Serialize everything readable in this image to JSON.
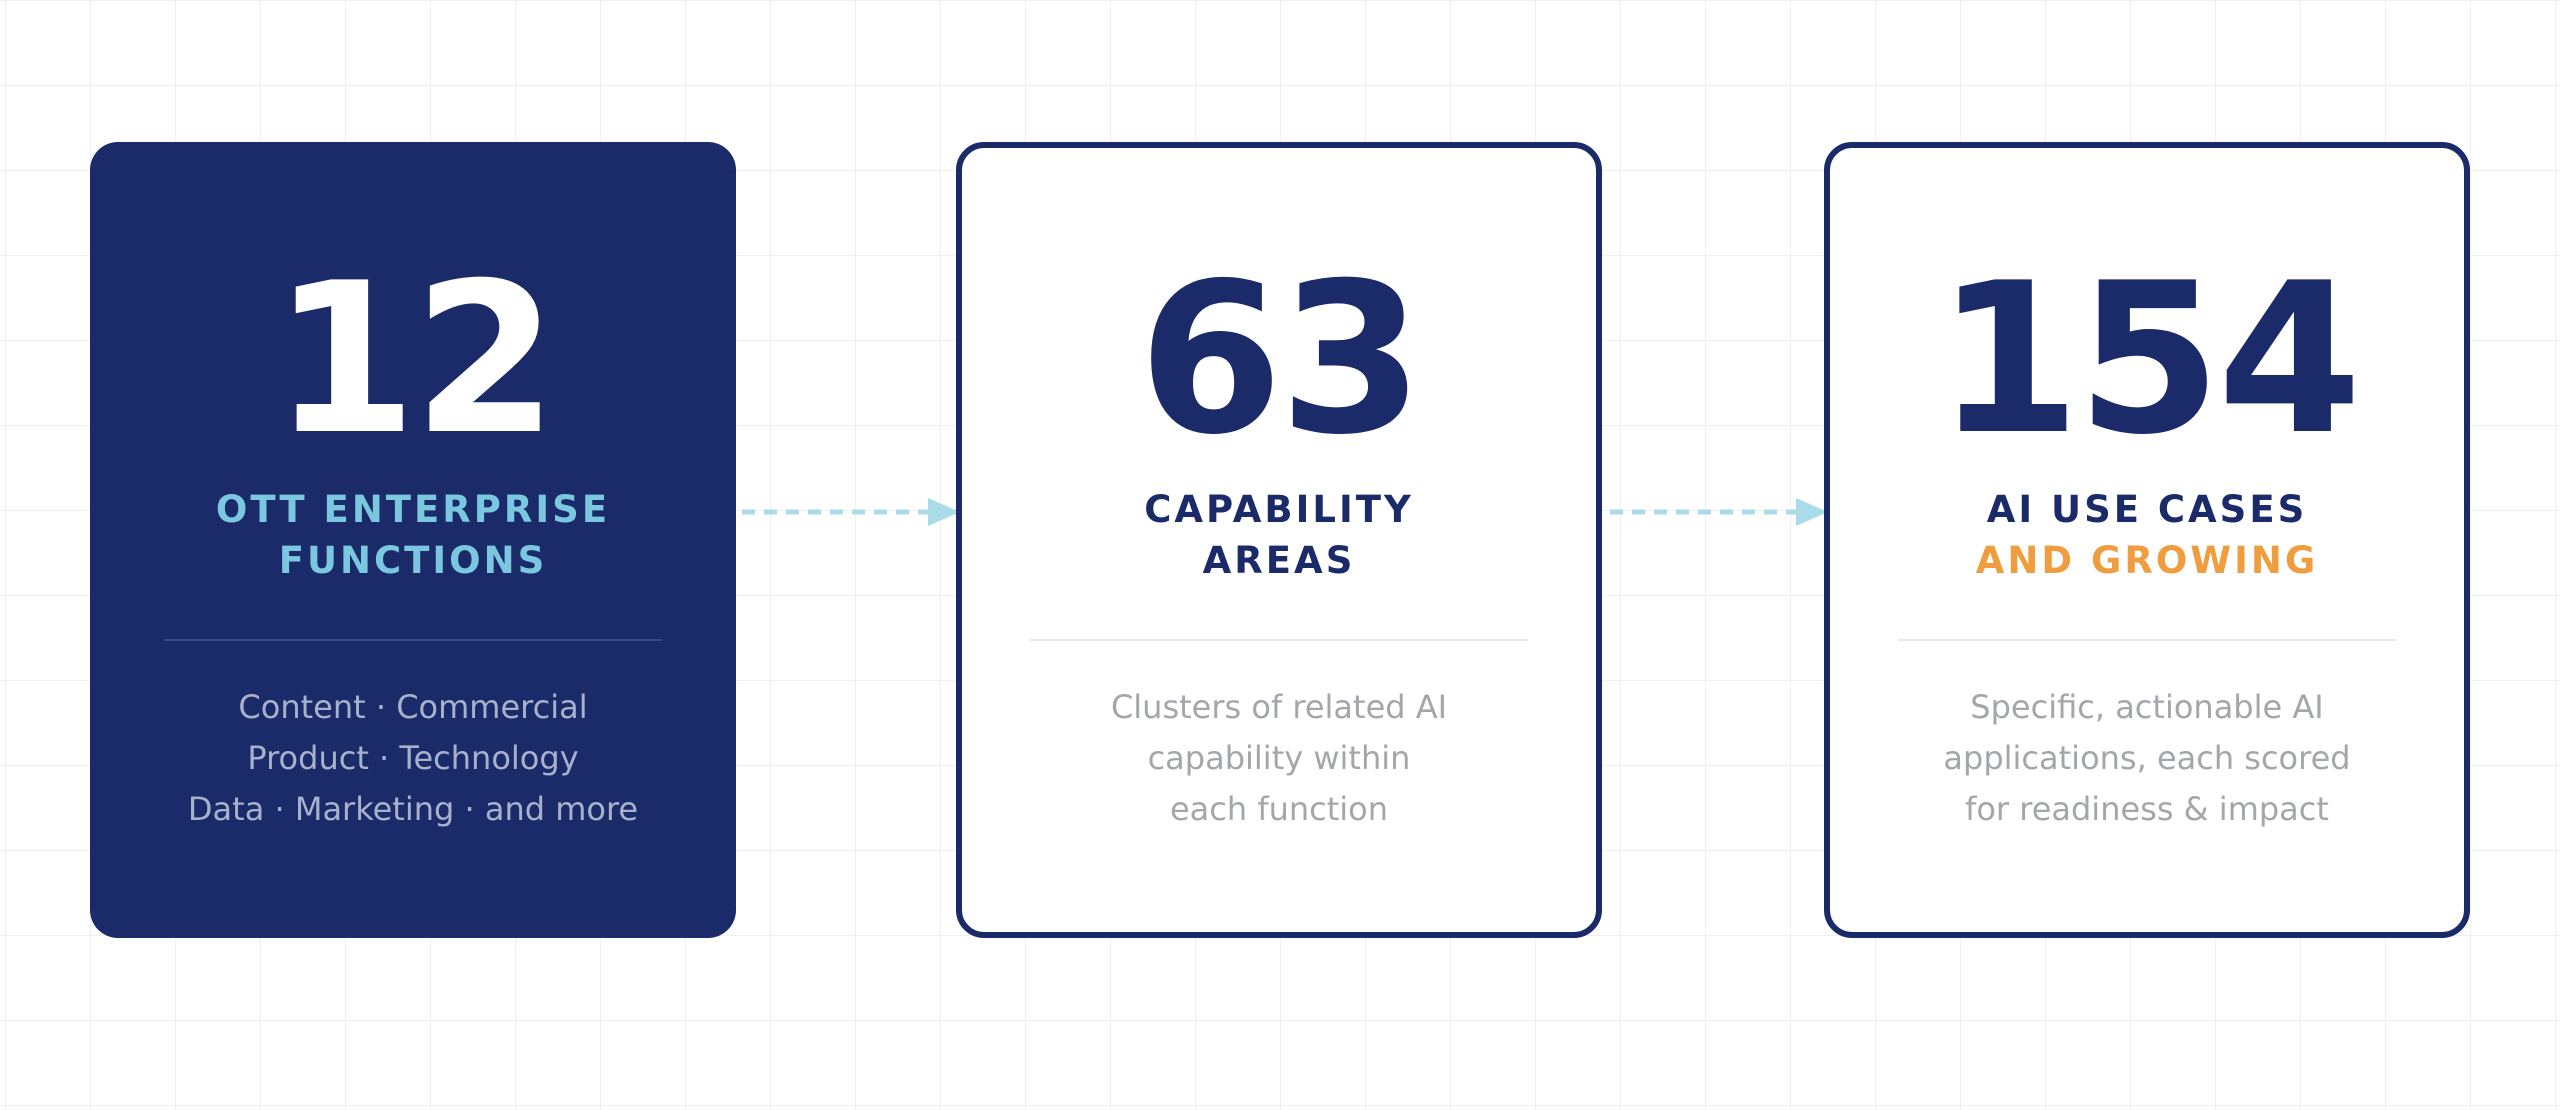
{
  "cards": [
    {
      "number": "12",
      "label_lines": [
        "OTT ENTERPRISE",
        "FUNCTIONS"
      ],
      "description_lines": [
        "Content · Commercial",
        "Product · Technology",
        "Data · Marketing · and more"
      ]
    },
    {
      "number": "63",
      "label_lines": [
        "CAPABILITY",
        "AREAS"
      ],
      "description_lines": [
        "Clusters of related AI",
        "capability within",
        "each function"
      ]
    },
    {
      "number": "154",
      "label_lines": [
        "AI USE CASES",
        "AND GROWING"
      ],
      "description_lines": [
        "Specific, actionable AI",
        "applications, each scored",
        "for readiness & impact"
      ]
    }
  ],
  "colors": {
    "navy": "#1b2a69",
    "light_blue": "#7cc7e0",
    "orange_accent": "#ef9d3f",
    "arrow": "#a9dce8",
    "muted_text": "#a4a6ab"
  },
  "icons": {
    "connector": "dashed-arrow-right-icon"
  }
}
